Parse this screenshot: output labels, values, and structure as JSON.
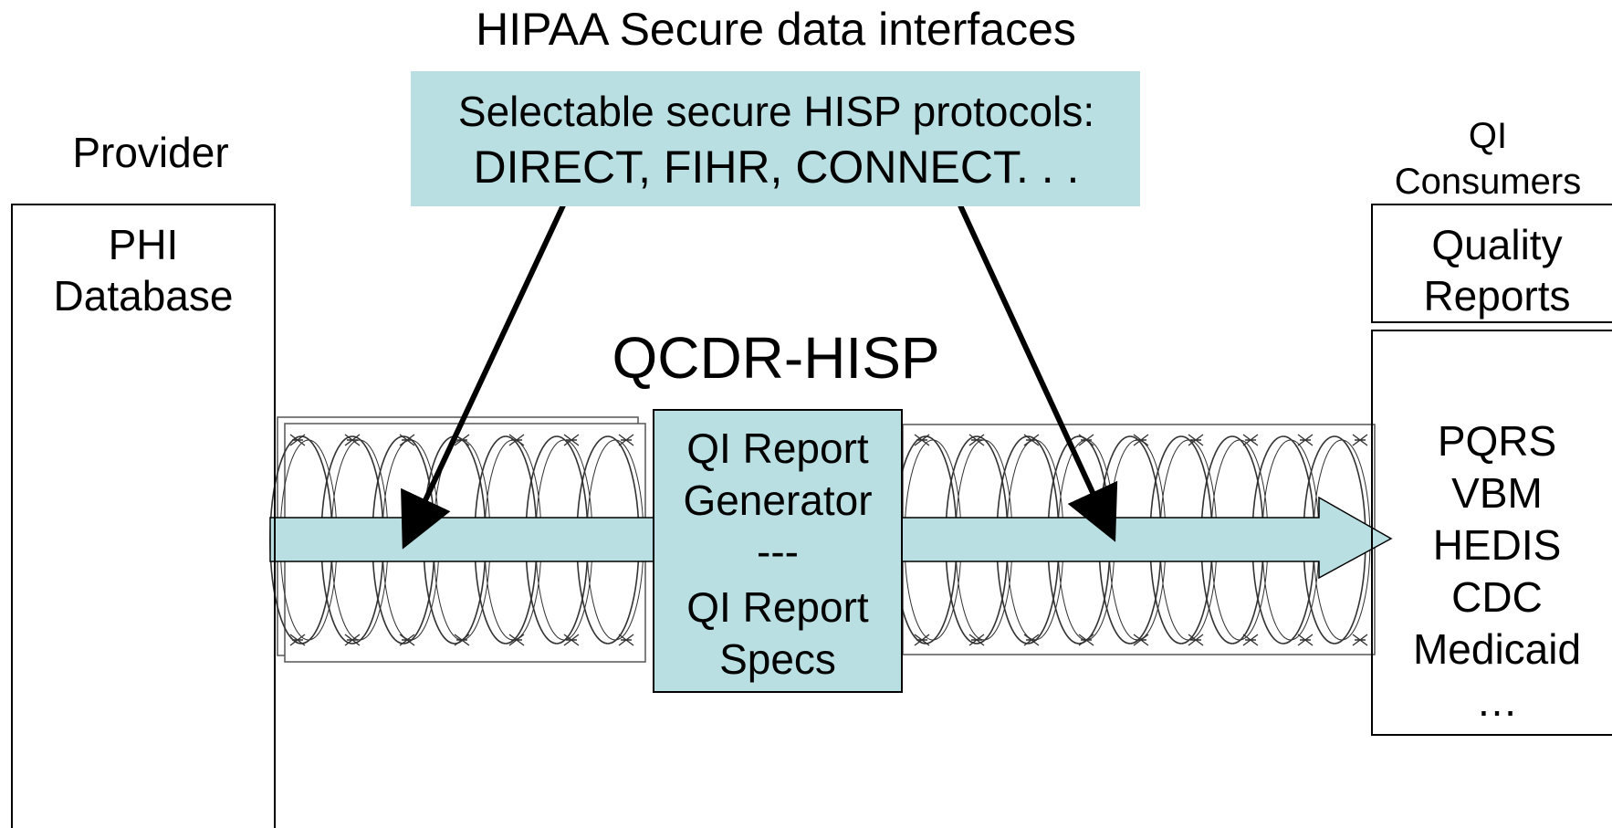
{
  "header": {
    "title": "HIPAA Secure data interfaces"
  },
  "protocols_box": {
    "line1": "Selectable secure HISP protocols:",
    "line2": "DIRECT, FIHR, CONNECT. . ."
  },
  "provider": {
    "label": "Provider",
    "db_line1": "PHI",
    "db_line2": "Database"
  },
  "consumers": {
    "label_line1": "QI",
    "label_line2": "Consumers",
    "reports_line1": "Quality",
    "reports_line2": "Reports",
    "items": [
      "PQRS",
      "VBM",
      "HEDIS",
      "CDC",
      "Medicaid",
      "…"
    ]
  },
  "hub": {
    "title": "QCDR-HISP",
    "line1": "QI Report",
    "line2": "Generator",
    "separator": "---",
    "line3": "QI Report",
    "line4": "Specs"
  },
  "colors": {
    "accent": "#b9dfe2",
    "border": "#000000"
  }
}
